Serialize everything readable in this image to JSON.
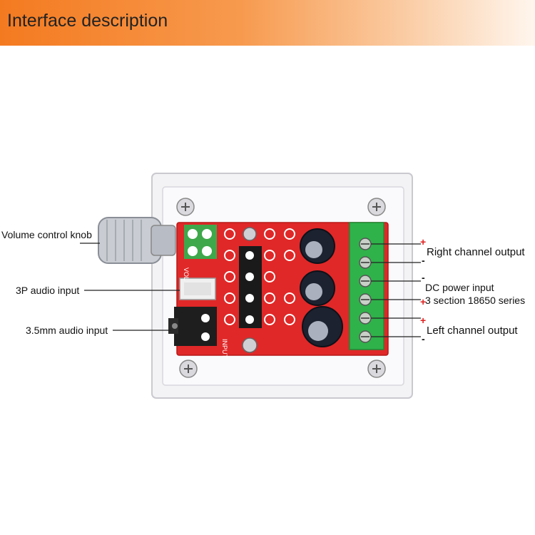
{
  "header": {
    "title": "Interface description"
  },
  "labels": {
    "volume_knob": "Volume control knob",
    "audio_3p": "3P audio input",
    "audio_35mm": "3.5mm audio input",
    "right_channel": "Right channel output",
    "dc_power": "DC power input",
    "battery_series": "3 section 18650 series",
    "left_channel": "Left channel output"
  },
  "signs": {
    "plus": "+",
    "minus": "-"
  },
  "board_silkscreen": {
    "vol": "VOL",
    "input": "INPUT"
  },
  "colors": {
    "header_accent": "#f47a20",
    "pcb": "#e02828",
    "terminal": "#2fb24a",
    "capacitor": "#1c2230"
  }
}
